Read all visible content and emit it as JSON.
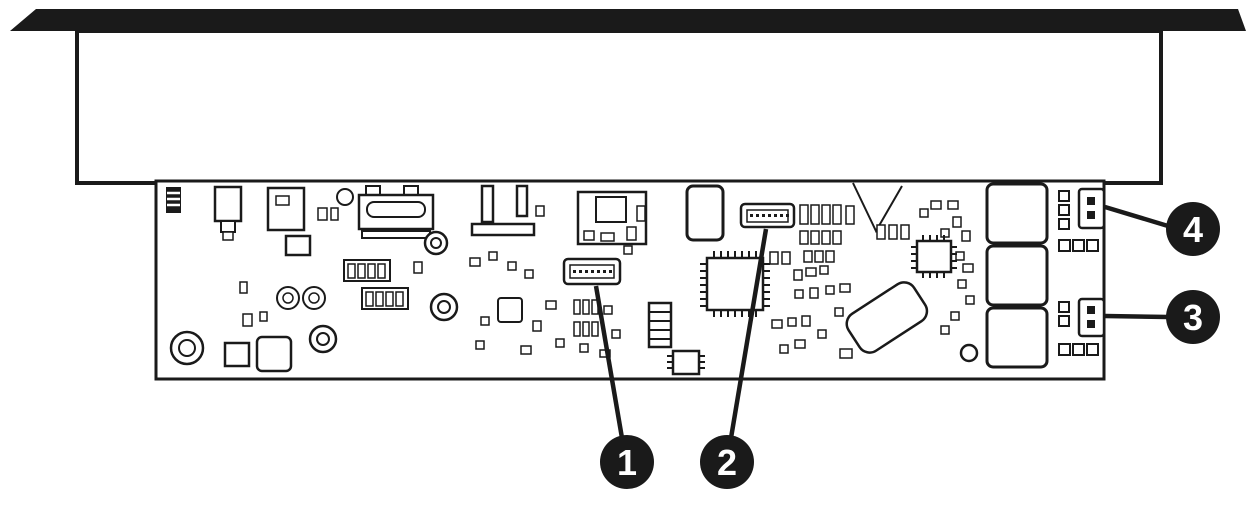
{
  "colors": {
    "ink": "#1a1a1a",
    "background": "#ffffff"
  },
  "callouts": [
    {
      "label": "1"
    },
    {
      "label": "2"
    },
    {
      "label": "3"
    },
    {
      "label": "4"
    }
  ]
}
